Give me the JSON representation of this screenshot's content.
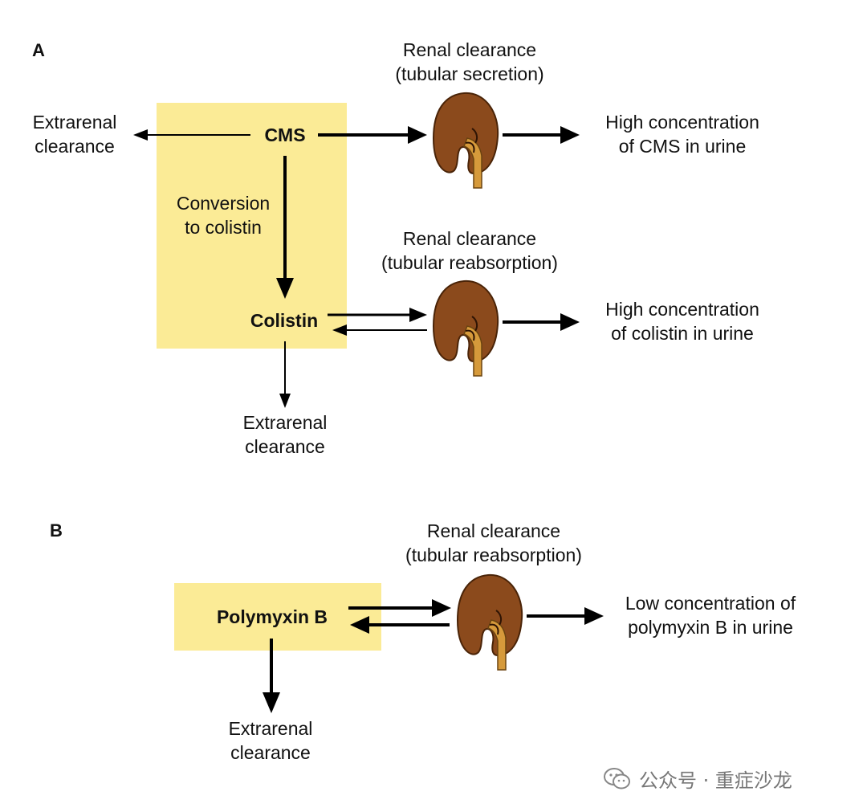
{
  "panel_a": {
    "letter": "A",
    "renal_top": [
      "Renal clearance",
      "(tubular secretion)"
    ],
    "extrarenal_left": [
      "Extrarenal",
      "clearance"
    ],
    "cms": "CMS",
    "conversion": [
      "Conversion",
      "to colistin"
    ],
    "colistin": "Colistin",
    "renal_mid": [
      "Renal clearance",
      "(tubular reabsorption)"
    ],
    "urine_cms": [
      "High concentration",
      "of CMS in urine"
    ],
    "urine_colistin": [
      "High concentration",
      "of colistin in urine"
    ],
    "extrarenal_bottom": [
      "Extrarenal",
      "clearance"
    ]
  },
  "panel_b": {
    "letter": "B",
    "renal": [
      "Renal clearance",
      "(tubular reabsorption)"
    ],
    "polymyxin": "Polymyxin B",
    "urine": [
      "Low concentration of",
      "polymyxin B in urine"
    ],
    "extrarenal": [
      "Extrarenal",
      "clearance"
    ]
  },
  "watermark": {
    "icon": "wechat-icon",
    "text": "公众号 · 重症沙龙"
  },
  "colors": {
    "box_fill": "#fbeb96",
    "kidney_fill": "#8b4a1c",
    "ureter_fill": "#d69a3b",
    "arrow": "#000000"
  }
}
